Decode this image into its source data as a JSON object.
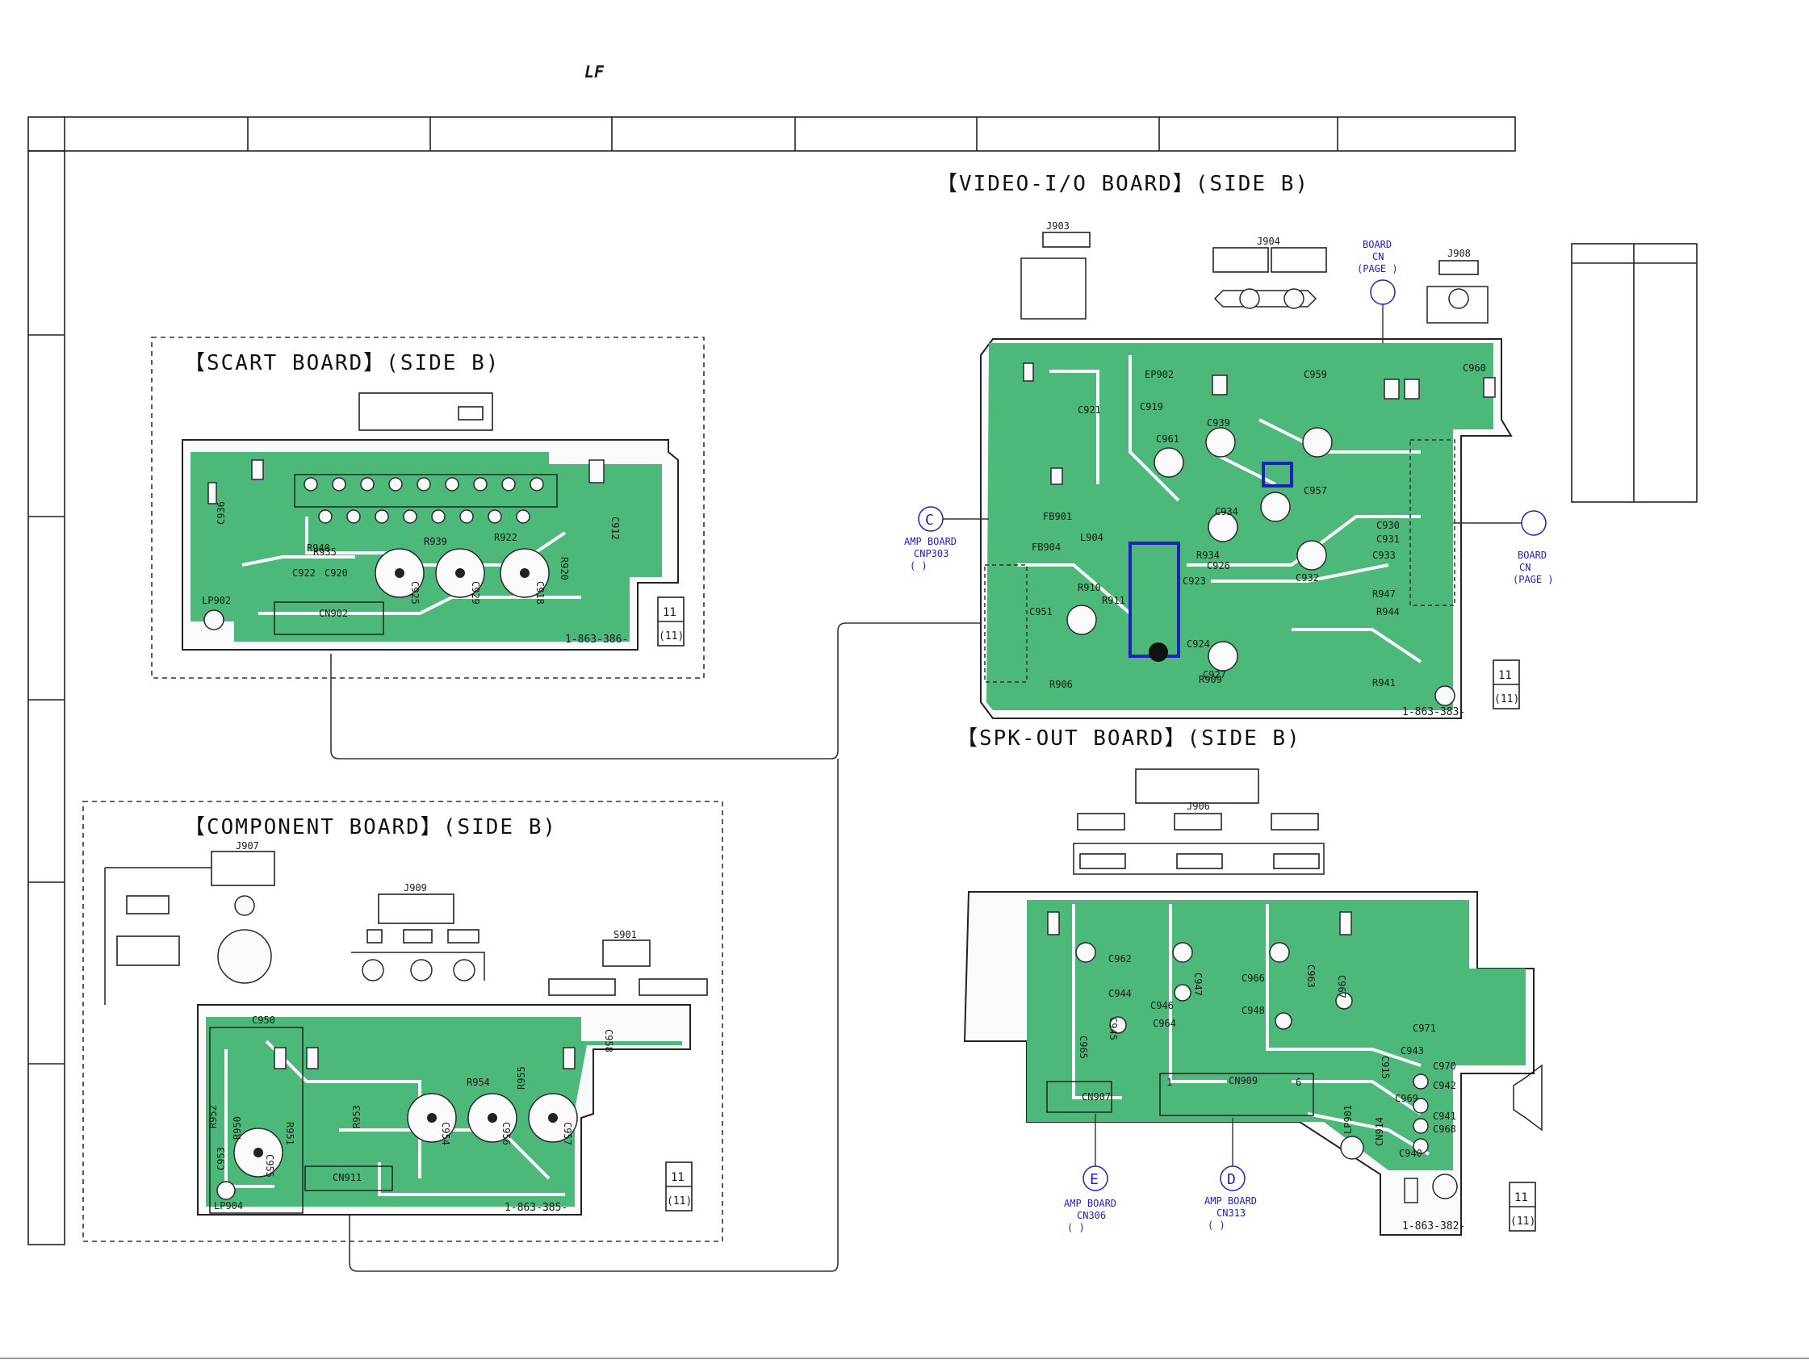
{
  "logo": {
    "text": "LF"
  },
  "boards": {
    "scart": {
      "title": "【SCART BOARD】(SIDE B)",
      "part_number": "1-863-386-",
      "badge_top": "11",
      "badge_bottom": "(11)",
      "labels": [
        "C936",
        "C912",
        "R940",
        "R939",
        "R922",
        "R935",
        "C922",
        "C920",
        "C925",
        "C929",
        "C918",
        "R920",
        "CN902",
        "LP902"
      ]
    },
    "component": {
      "title": "【COMPONENT BOARD】(SIDE B)",
      "part_number": "1-863-385-",
      "badge_top": "11",
      "badge_bottom": "(11)",
      "labels": [
        "J907",
        "J909",
        "S901",
        "C950",
        "C958",
        "R954",
        "R955",
        "R952",
        "R950",
        "R953",
        "R951",
        "C954",
        "C956",
        "C957",
        "C953",
        "C955",
        "CN911",
        "LP904"
      ]
    },
    "video_io": {
      "title": "【VIDEO-I/O BOARD】(SIDE B)",
      "part_number": "1-863-383-",
      "badge_top": "11",
      "badge_bottom": "(11)",
      "labels": [
        "J903",
        "J904",
        "J908",
        "EP902",
        "C919",
        "C921",
        "C939",
        "C959",
        "C960",
        "C961",
        "C934",
        "C926",
        "C923",
        "C924",
        "C927",
        "C932",
        "C933",
        "C930",
        "C931",
        "R934",
        "R910",
        "R911",
        "R906",
        "R909",
        "R947",
        "R944",
        "R941",
        "L904",
        "FB904",
        "FB901",
        "C951",
        "C957"
      ],
      "board_ref": {
        "line1": "BOARD",
        "line2": "CN",
        "line3": "(PAGE    )"
      },
      "right_ref": {
        "line1": "BOARD",
        "line2": "CN",
        "line3": "(PAGE    )"
      },
      "conn_c": {
        "letter": "C",
        "line1": "AMP BOARD",
        "line2": "CNP303",
        "line3": "(        )"
      }
    },
    "spk_out": {
      "title": "【SPK-OUT BOARD】(SIDE B)",
      "part_number": "1-863-382-",
      "badge_top": "11",
      "badge_bottom": "(11)",
      "labels": [
        "J906",
        "C962",
        "C944",
        "C946",
        "C964",
        "C947",
        "C966",
        "C948",
        "C963",
        "C945",
        "C965",
        "C967",
        "C971",
        "C943",
        "C915",
        "C970",
        "C942",
        "C969",
        "C941",
        "C968",
        "C940",
        "CN907",
        "CN909",
        "LP901",
        "CN914"
      ],
      "cn909_pin_first": "1",
      "cn909_pin_last": "6",
      "conn_e": {
        "letter": "E",
        "line1": "AMP BOARD",
        "line2": "CN306",
        "line3": "(        )"
      },
      "conn_d": {
        "letter": "D",
        "line1": "AMP BOARD",
        "line2": "CN313",
        "line3": "(        )"
      }
    }
  }
}
